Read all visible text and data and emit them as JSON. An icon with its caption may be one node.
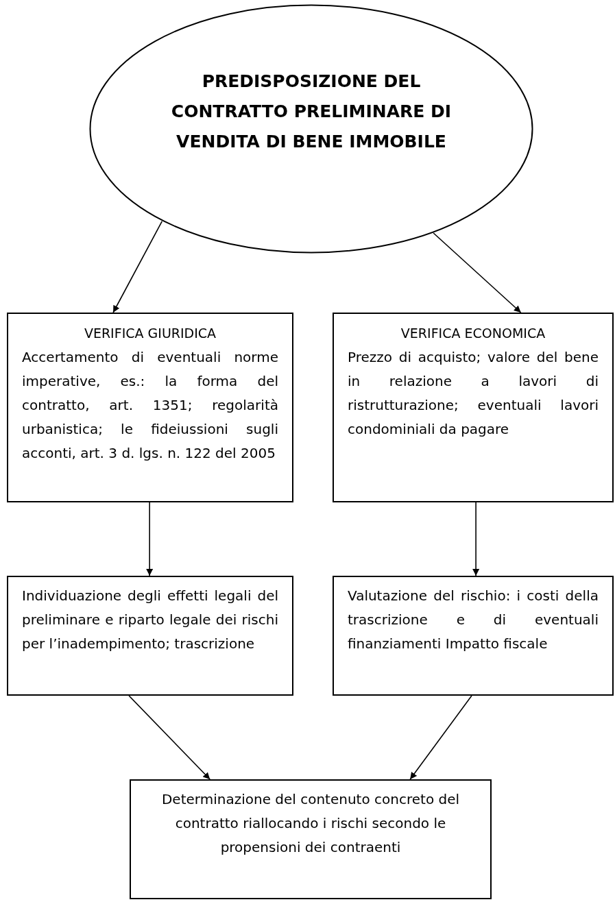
{
  "diagram": {
    "nodes": [
      {
        "text": [
          "PREDISPOSIZIONE DEL CONTRATTO PRELIMINARE DI VENDITA DI BENE IMMOBILE"
        ]
      },
      {
        "text": [
          "VERIFICA GIURIDICA",
          "Accertamento di eventuali norme imperative, es.: la forma del contratto, art. 1351; regolarità urbanistica; le fideiussioni sugli acconti, art. 3 d. lgs. n. 122 del 2005"
        ]
      },
      {
        "text": [
          "VERIFICA ECONOMICA",
          "Prezzo di acquisto; valore del bene in relazione a lavori di ristrutturazione; eventuali lavori condominiali da pagare"
        ]
      },
      {
        "text": [
          "Individuazione degli effetti legali del preliminare e riparto legale dei rischi per l’inadempimento; trascrizione"
        ]
      },
      {
        "text": [
          "Valutazione del rischio: i costi della trascrizione e di eventuali finanziamenti Impatto fiscale"
        ]
      },
      {
        "text": [
          "Determinazione del contenuto concreto del contratto riallocando i rischi secondo le propensioni dei contraenti"
        ]
      }
    ],
    "edges": [
      {
        "from": 0,
        "to": 1,
        "arrow": "to"
      },
      {
        "from": 0,
        "to": 2,
        "arrow": "to"
      },
      {
        "from": 1,
        "to": 3,
        "arrow": "to"
      },
      {
        "from": 2,
        "to": 4,
        "arrow": "to"
      },
      {
        "from": 3,
        "to": 5,
        "arrow": "to"
      },
      {
        "from": 4,
        "to": 5,
        "arrow": "to"
      }
    ]
  }
}
